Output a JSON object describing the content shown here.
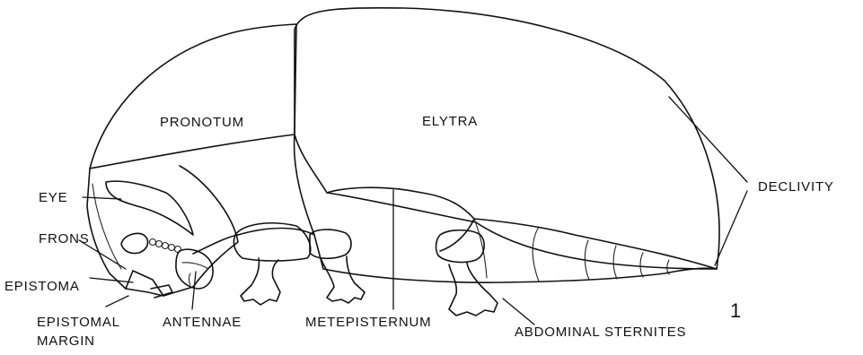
{
  "labels": {
    "pronotum": "PRONOTUM",
    "elytra": "ELYTRA",
    "declivity": "DECLIVITY",
    "eye": "EYE",
    "frons": "FRONS",
    "epistoma": "EPISTOMA",
    "epistomal_margin_line1": "EPISTOMAL",
    "epistomal_margin_line2": "MARGIN",
    "antennae": "ANTENNAE",
    "metepisternum": "METEPISTERNUM",
    "abdominal_sternites": "ABDOMINAL STERNITES"
  },
  "figure_number": "1"
}
